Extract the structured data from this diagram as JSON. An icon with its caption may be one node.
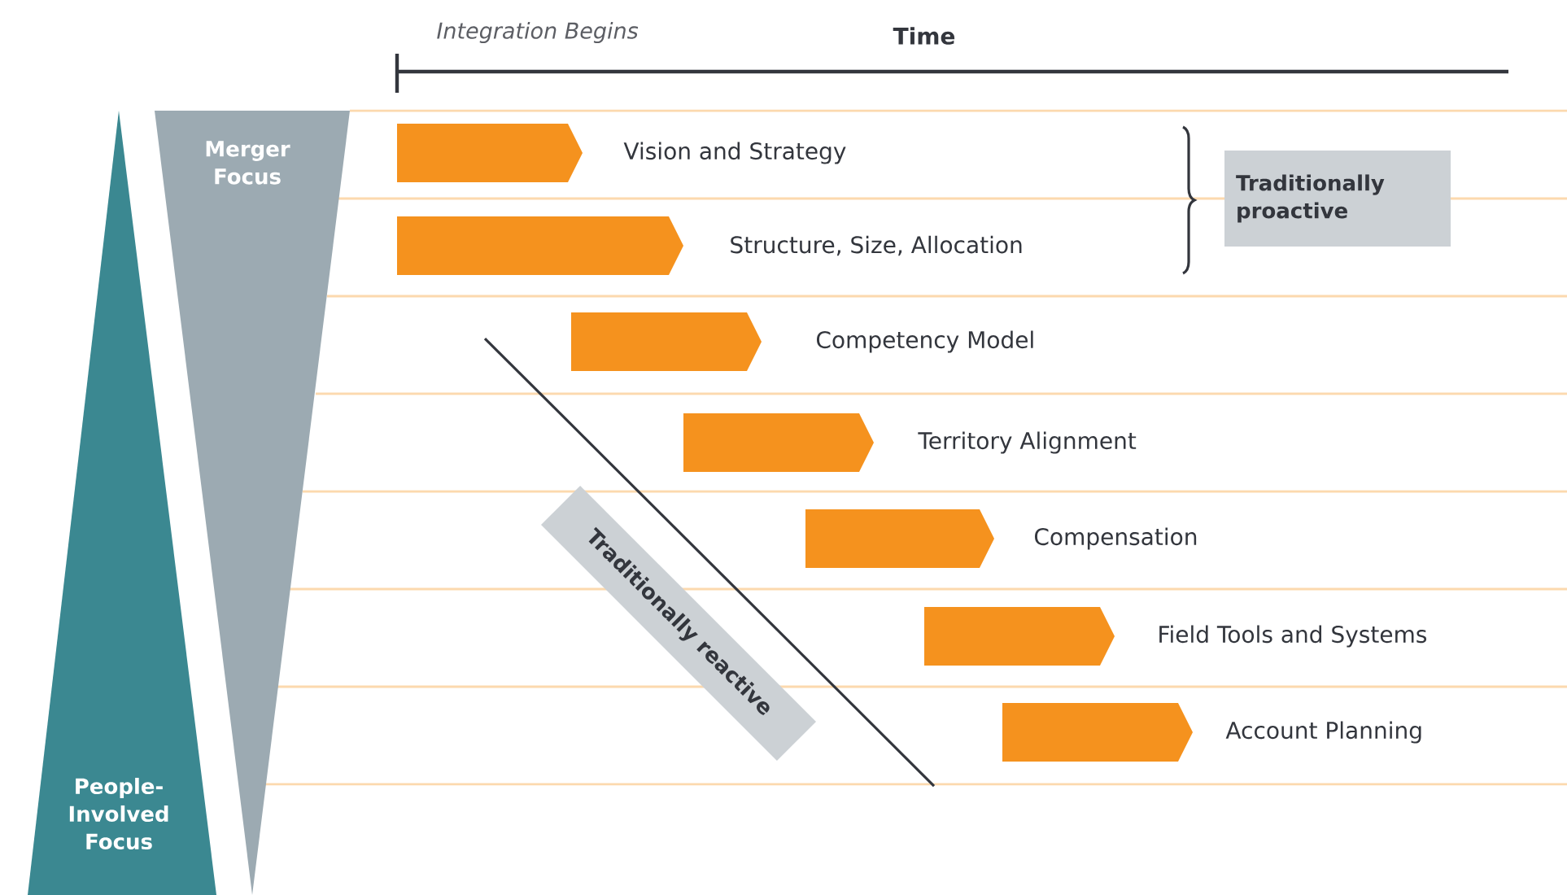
{
  "diagram": {
    "nodes": [
      {
        "text": [
          "Merger Focus"
        ]
      },
      {
        "text": [
          "People-Involved Focus"
        ]
      },
      {
        "text": [
          "Traditionally proactive"
        ]
      },
      {
        "text": [
          "Traditionally reactive"
        ]
      },
      {
        "text": [],
        "shape": "arrow",
        "beside": [
          "Vision and Strategy"
        ]
      },
      {
        "text": [],
        "shape": "arrow",
        "beside": [
          "Structure, Size, Allocation"
        ]
      },
      {
        "text": [],
        "shape": "arrow",
        "beside": [
          "Competency Model"
        ]
      },
      {
        "text": [],
        "shape": "arrow",
        "beside": [
          "Territory Alignment"
        ]
      },
      {
        "text": [],
        "shape": "arrow",
        "beside": [
          "Compensation"
        ]
      },
      {
        "text": [],
        "shape": "arrow",
        "beside": [
          "Field Tools and Systems"
        ]
      },
      {
        "text": [],
        "shape": "arrow",
        "beside": [
          "Account Planning"
        ]
      }
    ],
    "labels": [
      "Integration Begins",
      "Time"
    ]
  }
}
